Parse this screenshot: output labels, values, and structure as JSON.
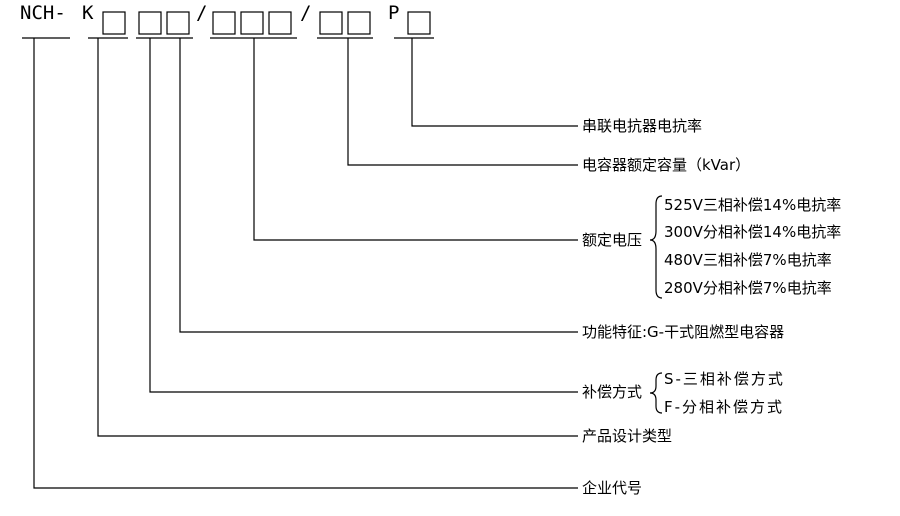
{
  "code": {
    "prefix": "NCH-",
    "k": "K",
    "sep1": "/",
    "sep2": "/",
    "p": "P"
  },
  "labels": {
    "reactance_rate": "串联电抗器电抗率",
    "capacity": "电容器额定容量（kVar）",
    "voltage": "额定电压",
    "feature": "功能特征:G-干式阻燃型电容器",
    "compensation": "补偿方式",
    "product_type": "产品设计类型",
    "company_code": "企业代号"
  },
  "voltage_options": [
    "525V三相补偿14%电抗率",
    "300V分相补偿14%电抗率",
    "480V三相补偿7%电抗率",
    "280V分相补偿7%电抗率"
  ],
  "compensation_options": [
    "S-三相补偿方式",
    "F-分相补偿方式"
  ]
}
